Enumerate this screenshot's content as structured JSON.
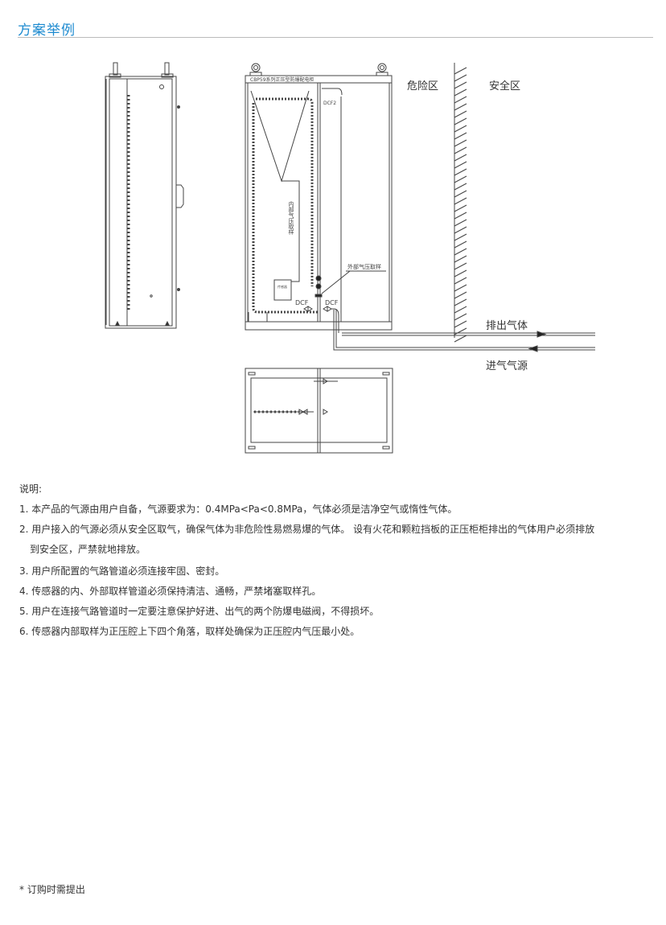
{
  "section_title": "方案举例",
  "diagram": {
    "cabinet_label": "CBP59系列正压型防爆配电柜",
    "dcf2": "DCF2",
    "dcf_left": "DCF",
    "dcf_right": "DCF",
    "internal_sampling": "内部气压取样",
    "external_sampling": "外部气压取样",
    "sensor_box": "传感器",
    "hazard_zone": "危险区",
    "safe_zone": "安全区",
    "exhaust": "排出气体",
    "intake": "进气气源"
  },
  "notes": {
    "heading": "说明:",
    "items": [
      "1. 本产品的气源由用户自备，气源要求为：0.4MPa<Pa<0.8MPa，气体必须是洁净空气或惰性气体。",
      "2. 用户接入的气源必须从安全区取气，确保气体为非危险性易燃易爆的气体。 设有火花和颗粒挡板的正压柜柜排出的气体用户必须排放",
      "到安全区，严禁就地排放。",
      "3. 用户所配置的气路管道必须连接牢固、密封。",
      "4. 传感器的内、外部取样管道必须保持清洁、通畅，严禁堵塞取样孔。",
      "5. 用户在连接气路管道时一定要注意保护好进、出气的两个防爆电磁阀，不得损坏。",
      "6. 传感器内部取样为正压腔上下四个角落，取样处确保为正压腔内气压最小处。"
    ]
  },
  "footer": "* 订购时需提出"
}
